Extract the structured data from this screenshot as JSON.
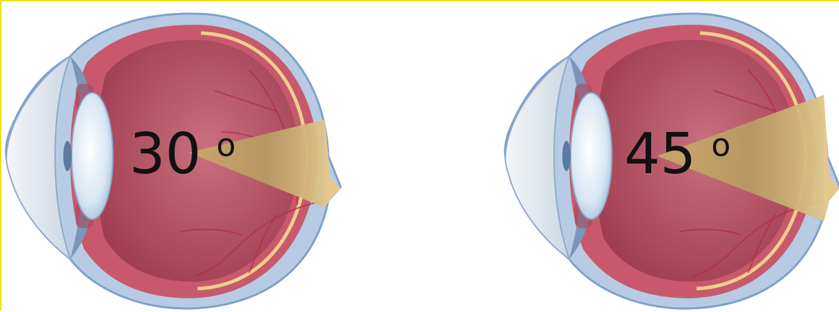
{
  "figure": {
    "eyes": [
      {
        "angle_value": "30",
        "degree_symbol": "o"
      },
      {
        "angle_value": "45",
        "degree_symbol": "o"
      }
    ]
  }
}
